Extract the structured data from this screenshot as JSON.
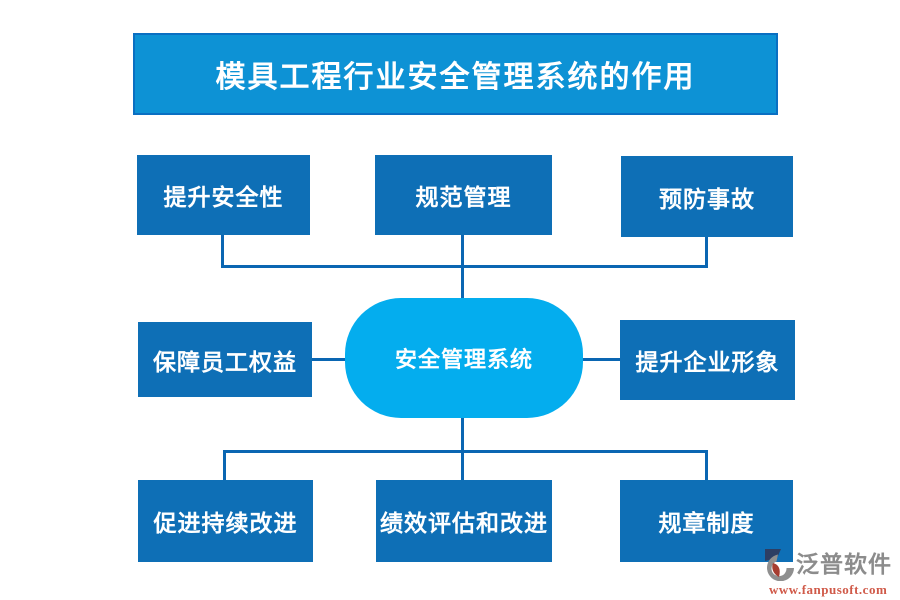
{
  "title": "模具工程行业安全管理系统的作用",
  "diagram": {
    "center": {
      "label": "安全管理系统"
    },
    "top_row": [
      {
        "label": "提升安全性"
      },
      {
        "label": "规范管理"
      },
      {
        "label": "预防事故"
      }
    ],
    "middle_row": [
      {
        "label": "保障员工权益"
      },
      {
        "label": "提升企业形象"
      }
    ],
    "bottom_row": [
      {
        "label": "促进持续改进"
      },
      {
        "label": "绩效评估和改进"
      },
      {
        "label": "规章制度"
      }
    ]
  },
  "watermark": {
    "brand": "泛普软件",
    "url": "www.fanpusoft.com"
  },
  "colors": {
    "banner_fill": "#0D92D5",
    "banner_border": "#0A6FC2",
    "box_fill": "#0E6FB6",
    "center_node_fill": "#04ADEE",
    "connector": "#0A66B2",
    "text": "#FFFFFF",
    "watermark_brand": "#8C8C8C",
    "watermark_url": "#D05A49"
  }
}
